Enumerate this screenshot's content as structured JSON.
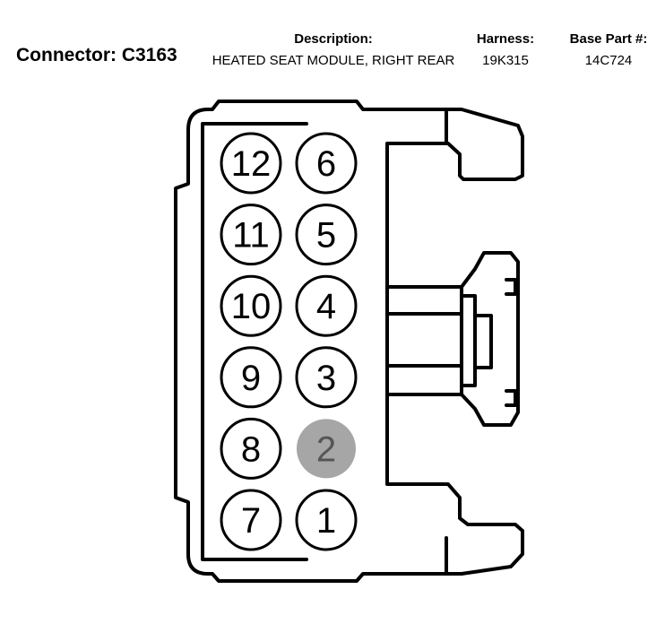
{
  "header": {
    "connector_label": "Connector: C3163",
    "description_heading": "Description:",
    "description_value": "HEATED SEAT MODULE, RIGHT REAR",
    "harness_heading": "Harness:",
    "harness_value": "19K315",
    "base_part_heading": "Base Part #:",
    "base_part_value": "14C724"
  },
  "colors": {
    "outline": "#000000",
    "highlight_fill": "#a6a6a6",
    "highlight_text": "#555555"
  },
  "pins": [
    {
      "label": "12",
      "highlighted": false
    },
    {
      "label": "6",
      "highlighted": false
    },
    {
      "label": "11",
      "highlighted": false
    },
    {
      "label": "5",
      "highlighted": false
    },
    {
      "label": "10",
      "highlighted": false
    },
    {
      "label": "4",
      "highlighted": false
    },
    {
      "label": "9",
      "highlighted": false
    },
    {
      "label": "3",
      "highlighted": false
    },
    {
      "label": "8",
      "highlighted": false
    },
    {
      "label": "2",
      "highlighted": true
    },
    {
      "label": "7",
      "highlighted": false
    },
    {
      "label": "1",
      "highlighted": false
    }
  ]
}
